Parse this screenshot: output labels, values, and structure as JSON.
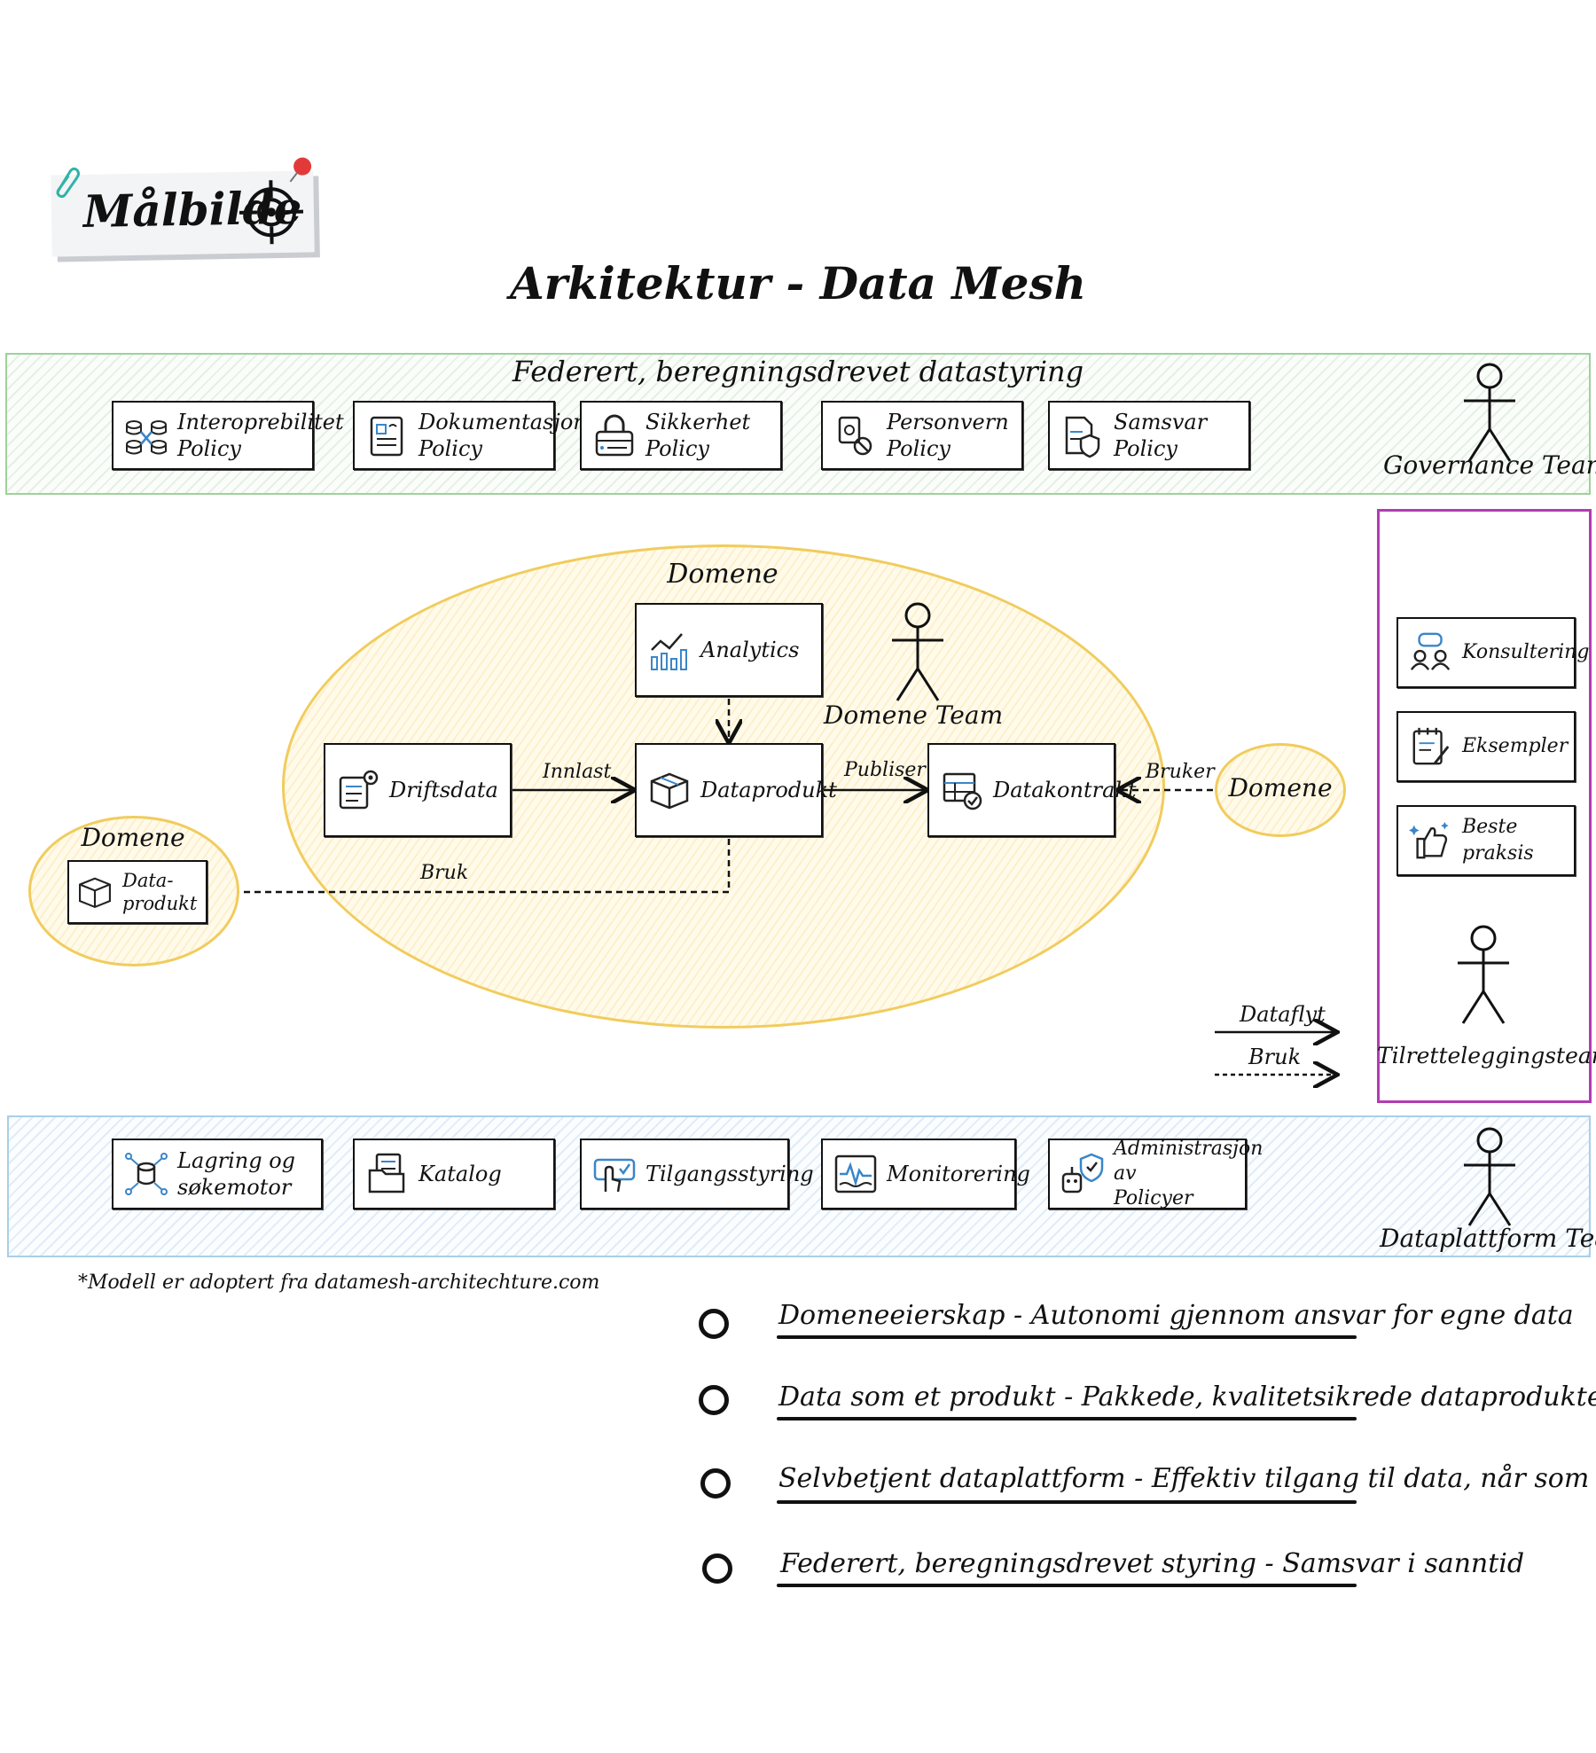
{
  "header": {
    "badge": "Målbilde",
    "title": "Arkitektur - Data Mesh"
  },
  "governance": {
    "title": "Federert, beregningsdrevet datastyring",
    "team": "Governance Team",
    "policies": [
      {
        "label": "Interoprebilitet\nPolicy",
        "icon": "database-link-icon"
      },
      {
        "label": "Dokumentasjon\nPolicy",
        "icon": "document-icon"
      },
      {
        "label": "Sikkerhet\nPolicy",
        "icon": "lock-icon"
      },
      {
        "label": "Personvern\nPolicy",
        "icon": "privacy-icon"
      },
      {
        "label": "Samsvar\nPolicy",
        "icon": "compliance-icon"
      }
    ]
  },
  "domain": {
    "label": "Domene",
    "team": "Domene Team",
    "analytics": "Analytics",
    "driftsdata": "Driftsdata",
    "dataprodukt": "Dataprodukt",
    "datakontrakt": "Datakontrakt",
    "edges": {
      "innlast": "Innlast",
      "publiser": "Publiser",
      "bruker": "Bruker",
      "bruk": "Bruk"
    }
  },
  "left_domain": {
    "label": "Domene",
    "product": "Data-\nprodukt"
  },
  "right_domain": {
    "label": "Domene"
  },
  "enablement": {
    "team": "Tilretteleggingsteam",
    "items": [
      {
        "label": "Konsultering",
        "icon": "consulting-icon"
      },
      {
        "label": "Eksempler",
        "icon": "notebook-icon"
      },
      {
        "label": "Beste praksis",
        "icon": "thumbs-up-icon"
      }
    ]
  },
  "legend": {
    "dataflow": "Dataflyt",
    "usage": "Bruk"
  },
  "platform": {
    "team": "Dataplattform Team",
    "items": [
      {
        "label": "Lagring og\nsøkemotor",
        "icon": "storage-icon"
      },
      {
        "label": "Katalog",
        "icon": "catalog-icon"
      },
      {
        "label": "Tilgangsstyring",
        "icon": "access-icon"
      },
      {
        "label": "Monitorering",
        "icon": "monitor-icon"
      },
      {
        "label": "Administrasjon av\nPolicyer",
        "icon": "policy-admin-icon"
      }
    ]
  },
  "footnote": "*Modell er adoptert fra datamesh-architechture.com",
  "principles": [
    "Domeneeierskap - Autonomi gjennom ansvar for egne data",
    "Data som et produkt -  Pakkede, kvalitetsikrede dataprodukter",
    "Selvbetjent dataplattform - Effektiv tilgang til data, når som helst",
    "Federert, beregningsdrevet styring - Samsvar i sanntid"
  ],
  "colors": {
    "governance": "#9fd19a",
    "platform": "#a9cfe8",
    "enablement": "#b23cb3",
    "domain": "#f1cc5d",
    "icon_blue": "#3a86c8"
  }
}
